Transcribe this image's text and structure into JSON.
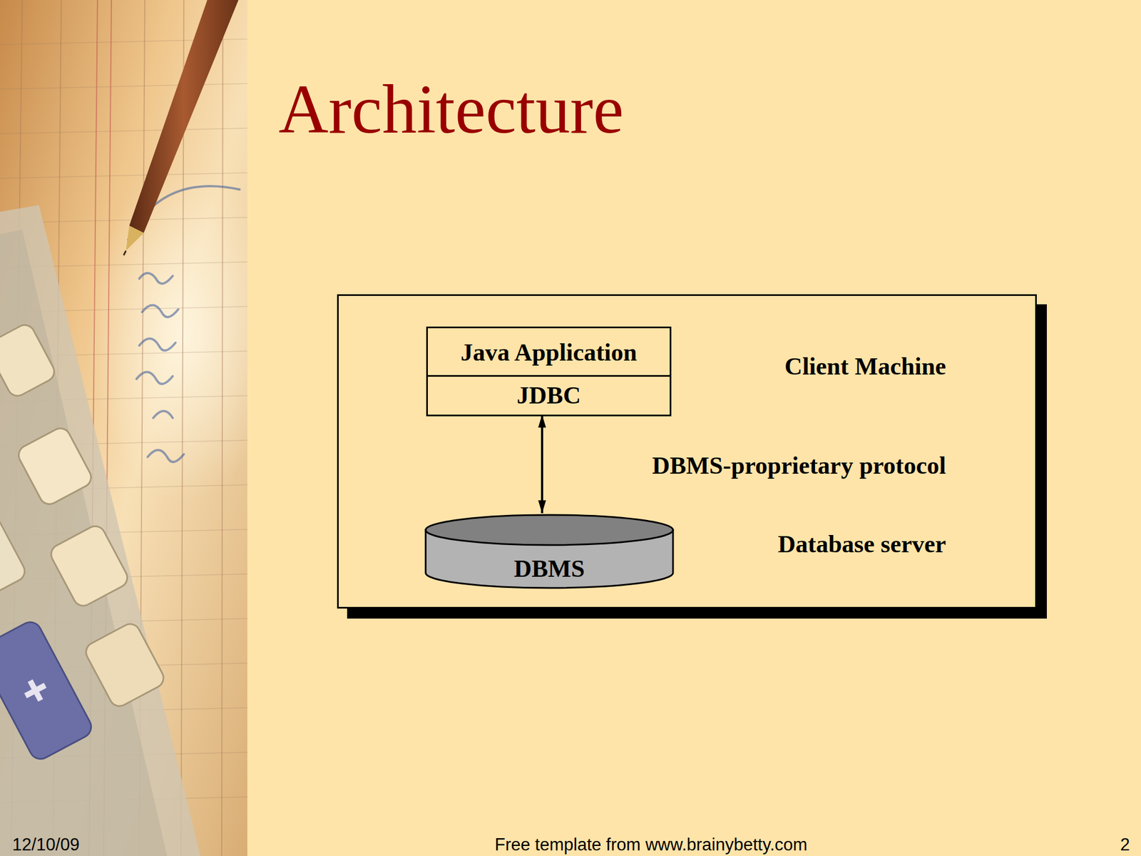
{
  "diagram": {
    "title": "Architecture",
    "nodes": [
      {
        "text": [
          "Java Application"
        ]
      },
      {
        "text": [
          "JDBC"
        ],
        "in": 0
      },
      {
        "text": [
          "DBMS"
        ]
      }
    ],
    "edges": [
      {
        "from": 1,
        "to": 2,
        "arrow": "both",
        "label": "DBMS-proprietary protocol"
      }
    ],
    "labels": [
      "Client Machine",
      "Database server",
      "12/10/09",
      "Free template from www.brainybetty.com",
      "2"
    ]
  }
}
